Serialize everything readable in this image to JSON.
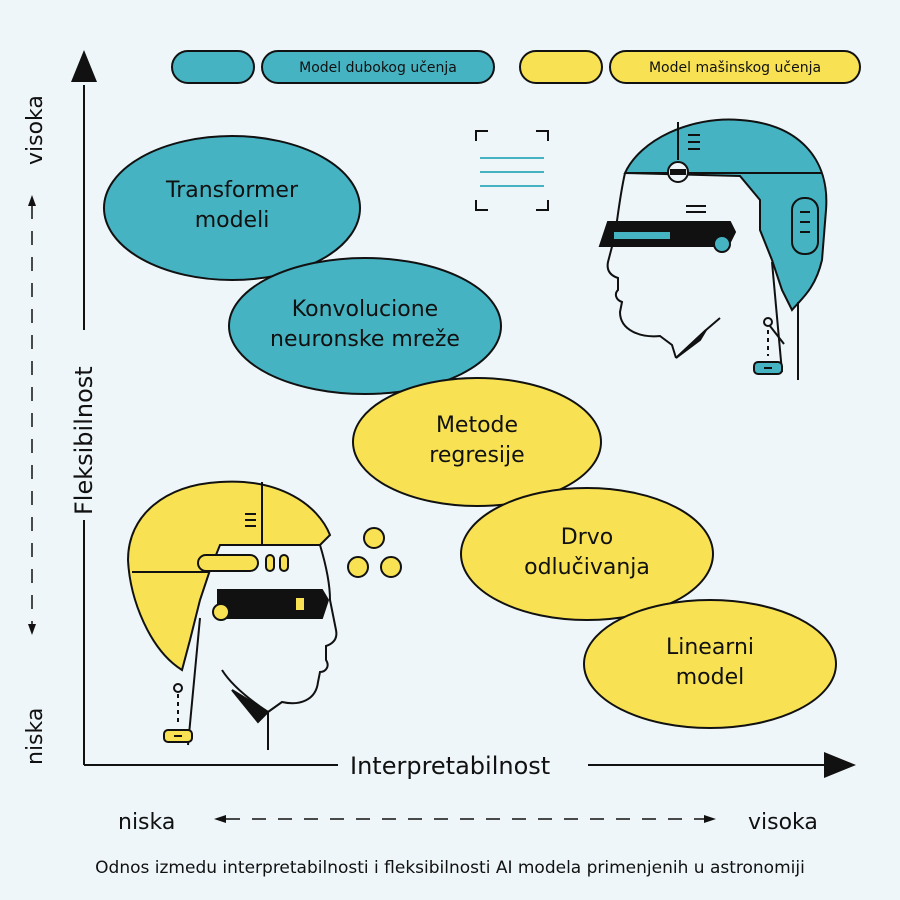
{
  "legend": {
    "deep_learning": "Model dubokog učenja",
    "machine_learning": "Model mašinskog učenja"
  },
  "colors": {
    "teal": "#46b3c2",
    "yellow": "#f8e253",
    "background": "#eef6f9",
    "ink": "#111111"
  },
  "models": {
    "transformer": [
      "Transformer",
      "modeli"
    ],
    "cnn": [
      "Konvolucione",
      "neuronske mreže"
    ],
    "regression": [
      "Metode",
      "regresije"
    ],
    "tree": [
      "Drvo",
      "odlučivanja"
    ],
    "linear": [
      "Linearni",
      "model"
    ]
  },
  "axes": {
    "y_label": "Fleksibilnost",
    "y_high": "visoka",
    "y_low": "niska",
    "x_label": "Interpretabilnost",
    "x_low": "niska",
    "x_high": "visoka"
  },
  "caption": "Odnos izmedu interpretabilnosti i fleksibilnosti AI modela primenjenih u astronomiji"
}
